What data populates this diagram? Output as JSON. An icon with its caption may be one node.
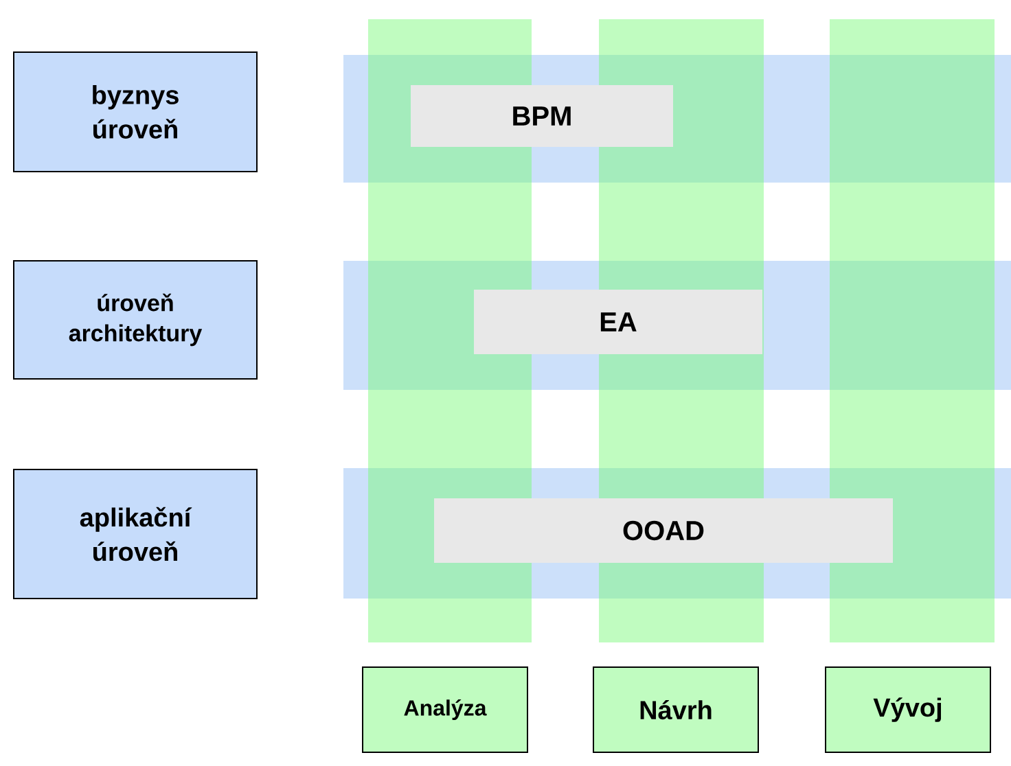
{
  "diagram": {
    "nodes": [
      {
        "text": [
          "byznys úroveň"
        ]
      },
      {
        "text": [
          "BPM"
        ]
      },
      {
        "text": [
          "úroveň architektury"
        ]
      },
      {
        "text": [
          "EA"
        ]
      },
      {
        "text": [
          "aplikační úroveň"
        ]
      },
      {
        "text": [
          "OOAD"
        ]
      },
      {
        "text": [
          "Analýza"
        ]
      },
      {
        "text": [
          "Návrh"
        ]
      },
      {
        "text": [
          "Vývoj"
        ]
      }
    ]
  }
}
